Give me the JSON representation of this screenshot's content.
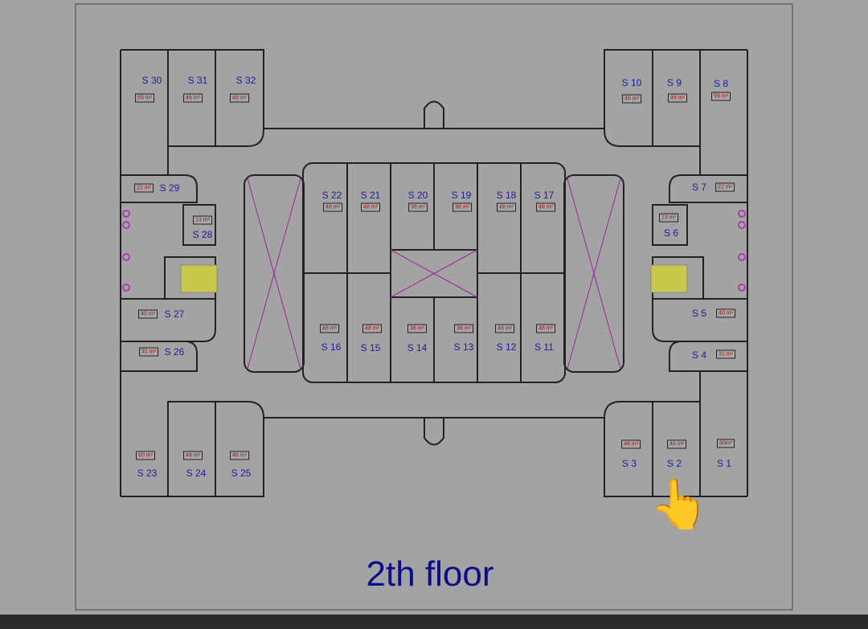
{
  "title": "2th floor",
  "rooms": [
    {
      "name": "S 30",
      "area": "59 m²"
    },
    {
      "name": "S 31",
      "area": "46 m²"
    },
    {
      "name": "S 32",
      "area": "46 m²"
    },
    {
      "name": "S 10",
      "area": "46 m²"
    },
    {
      "name": "S 9",
      "area": "46 m²"
    },
    {
      "name": "S 8",
      "area": "59 m²"
    },
    {
      "name": "S 29",
      "area": "22 m²"
    },
    {
      "name": "S 7",
      "area": "22 m²"
    },
    {
      "name": "S 28",
      "area": "13 m²"
    },
    {
      "name": "S 6",
      "area": "13 m²"
    },
    {
      "name": "S 27",
      "area": "40 m²"
    },
    {
      "name": "S 5",
      "area": "40 m²"
    },
    {
      "name": "S 26",
      "area": "31 m²"
    },
    {
      "name": "S 4",
      "area": "31 m²"
    },
    {
      "name": "S 22",
      "area": "48 m²"
    },
    {
      "name": "S 21",
      "area": "48 m²"
    },
    {
      "name": "S 20",
      "area": "38 m²"
    },
    {
      "name": "S 19",
      "area": "38 m²"
    },
    {
      "name": "S 18",
      "area": "48 m²"
    },
    {
      "name": "S 17",
      "area": "48 m²"
    },
    {
      "name": "S 16",
      "area": "48 m²"
    },
    {
      "name": "S 15",
      "area": "48 m²"
    },
    {
      "name": "S 14",
      "area": "38 m²"
    },
    {
      "name": "S 13",
      "area": "38 m²"
    },
    {
      "name": "S 12",
      "area": "48 m²"
    },
    {
      "name": "S 11",
      "area": "48 m²"
    },
    {
      "name": "S 23",
      "area": "60 m²"
    },
    {
      "name": "S 24",
      "area": "46 m²"
    },
    {
      "name": "S 25",
      "area": "46 m²"
    },
    {
      "name": "S 3",
      "area": "46 m²"
    },
    {
      "name": "S 2",
      "area": "46 m²"
    },
    {
      "name": "S 1",
      "area": "60m²"
    }
  ],
  "pointer_icon": "👆",
  "colors": {
    "background": "#a3a3a3",
    "wall": "#222222",
    "room_label": "#1c1c9c",
    "area_label": "#a01010",
    "void_x": "#a020a0"
  }
}
